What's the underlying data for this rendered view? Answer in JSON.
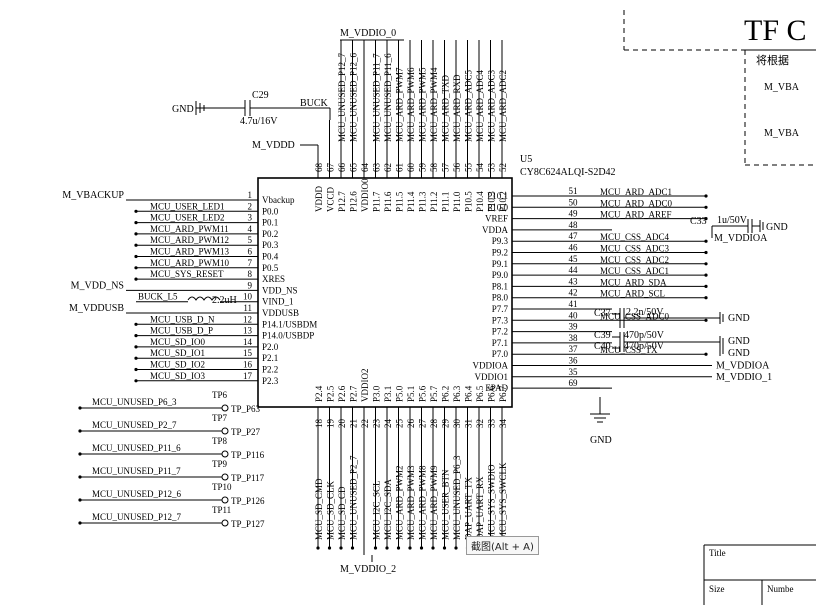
{
  "header": {
    "title_fragment": "TF C",
    "note_fragment": "将根据",
    "box_labels": [
      "M_VBA",
      "M_VBA"
    ]
  },
  "chip": {
    "ref": "U5",
    "part": "CY8C624ALQI-S2D42"
  },
  "tooltip": "截图(Alt + A)",
  "top_nets": {
    "m_vddio_0": "M_VDDIO_0",
    "m_vddd": "M_VDDD",
    "buck": "BUCK",
    "gnd": "GND"
  },
  "cap_c29": {
    "ref": "C29",
    "value": "4.7u/16V"
  },
  "bottom_nets": {
    "m_vddio_2": "M_VDDIO_2"
  },
  "top_pins": [
    {
      "num": "68",
      "name": "VDDD",
      "net": ""
    },
    {
      "num": "67",
      "name": "VCCD",
      "net": ""
    },
    {
      "num": "66",
      "name": "P12.7",
      "net": "MCU_UNUSED_P12_7"
    },
    {
      "num": "65",
      "name": "P12.6",
      "net": "MCU_UNUSED_P12_6"
    },
    {
      "num": "64",
      "name": "VDDIO0",
      "net": ""
    },
    {
      "num": "63",
      "name": "P11.7",
      "net": "MCU_UNUSED_P11_7"
    },
    {
      "num": "62",
      "name": "P11.6",
      "net": "MCU_UNUSED_P11_6"
    },
    {
      "num": "61",
      "name": "P11.5",
      "net": "MCU_ARD_PWM7"
    },
    {
      "num": "60",
      "name": "P11.4",
      "net": "MCU_ARD_PWM6"
    },
    {
      "num": "59",
      "name": "P11.3",
      "net": "MCU_ARD_PWM5"
    },
    {
      "num": "58",
      "name": "P11.2",
      "net": "MCU_ARD_PWM4"
    },
    {
      "num": "57",
      "name": "P11.1",
      "net": "MCU_ARD_TXD"
    },
    {
      "num": "56",
      "name": "P11.0",
      "net": "MCU_ARD_RXD"
    },
    {
      "num": "55",
      "name": "P10.5",
      "net": "MCU_ARD_ADC5"
    },
    {
      "num": "54",
      "name": "P10.4",
      "net": "MCU_ARD_ADC4"
    },
    {
      "num": "53",
      "name": "P10.3",
      "net": "MCU_ARD_ADC3"
    },
    {
      "num": "52",
      "name": "P10.2",
      "net": "MCU_ARD_ADC2"
    }
  ],
  "left_pins": [
    {
      "num": "1",
      "name": "Vbackup",
      "net": "M_VBACKUP"
    },
    {
      "num": "2",
      "name": "P0.0",
      "net": "MCU_USER_LED1"
    },
    {
      "num": "3",
      "name": "P0.1",
      "net": "MCU_USER_LED2"
    },
    {
      "num": "4",
      "name": "P0.2",
      "net": "MCU_ARD_PWM11"
    },
    {
      "num": "5",
      "name": "P0.3",
      "net": "MCU_ARD_PWM12"
    },
    {
      "num": "6",
      "name": "P0.4",
      "net": "MCU_ARD_PWM13"
    },
    {
      "num": "7",
      "name": "P0.5",
      "net": "MCU_ARD_PWM10"
    },
    {
      "num": "8",
      "name": "XRES",
      "net": "MCU_SYS_RESET"
    },
    {
      "num": "9",
      "name": "VDD_NS",
      "net": "M_VDD_NS"
    },
    {
      "num": "10",
      "name": "VIND_1",
      "net": "BUCK_L5"
    },
    {
      "num": "11",
      "name": "VDDUSB",
      "net": "M_VDDUSB"
    },
    {
      "num": "12",
      "name": "P14.1/USBDM",
      "net": "MCU_USB_D_N"
    },
    {
      "num": "13",
      "name": "P14.0/USBDP",
      "net": "MCU_USB_D_P"
    },
    {
      "num": "14",
      "name": "P2.0",
      "net": "MCU_SD_IO0"
    },
    {
      "num": "15",
      "name": "P2.1",
      "net": "MCU_SD_IO1"
    },
    {
      "num": "16",
      "name": "P2.2",
      "net": "MCU_SD_IO2"
    },
    {
      "num": "17",
      "name": "P2.3",
      "net": "MCU_SD_IO3"
    }
  ],
  "inductor": {
    "value": "2.2uH"
  },
  "right_pins": [
    {
      "num": "51",
      "name": "P10.1",
      "net": "MCU_ARD_ADC1"
    },
    {
      "num": "50",
      "name": "P10.0",
      "net": "MCU_ARD_ADC0"
    },
    {
      "num": "49",
      "name": "VREF",
      "net": "MCU_ARD_AREF"
    },
    {
      "num": "48",
      "name": "VDDA",
      "net": ""
    },
    {
      "num": "47",
      "name": "P9.3",
      "net": "MCU_CSS_ADC4"
    },
    {
      "num": "46",
      "name": "P9.2",
      "net": "MCU_CSS_ADC3"
    },
    {
      "num": "45",
      "name": "P9.1",
      "net": "MCU_CSS_ADC2"
    },
    {
      "num": "44",
      "name": "P9.0",
      "net": "MCU_CSS_ADC1"
    },
    {
      "num": "43",
      "name": "P8.1",
      "net": "MCU_ARD_SDA"
    },
    {
      "num": "42",
      "name": "P8.0",
      "net": "MCU_ARD_SCL"
    },
    {
      "num": "41",
      "name": "P7.7",
      "net": ""
    },
    {
      "num": "40",
      "name": "P7.3",
      "net": "MCU_CSS_ADC0"
    },
    {
      "num": "39",
      "name": "P7.2",
      "net": ""
    },
    {
      "num": "38",
      "name": "P7.1",
      "net": ""
    },
    {
      "num": "37",
      "name": "P7.0",
      "net": "MCU_CSS_TX"
    },
    {
      "num": "36",
      "name": "VDDIOA",
      "net": "M_VDDIOA"
    },
    {
      "num": "35",
      "name": "VDDIO1",
      "net": "M_VDDIO_1"
    },
    {
      "num": "69",
      "name": "EPAD",
      "net": ""
    }
  ],
  "right_caps": {
    "c33": {
      "ref": "C33",
      "value": "1u/50V",
      "net": "M_VDDIOA",
      "gnd": "GND"
    },
    "c37": {
      "ref": "C37",
      "value": "2.2n/50V",
      "gnd": "GND"
    },
    "c39": {
      "ref": "C39",
      "value": "470p/50V",
      "gnd": "GND"
    },
    "c40": {
      "ref": "C40",
      "value": "470p/50V",
      "gnd": "GND"
    },
    "epad_gnd": "GND"
  },
  "bottom_pins": [
    {
      "num": "18",
      "name": "P2.4",
      "net": "MCU_SD_CMD"
    },
    {
      "num": "19",
      "name": "P2.5",
      "net": "MCU_SD_CLK"
    },
    {
      "num": "20",
      "name": "P2.6",
      "net": "MCU_SD_CD"
    },
    {
      "num": "21",
      "name": "P2.7",
      "net": "MCU_UNUSED_P2_7"
    },
    {
      "num": "22",
      "name": "VDDIO2",
      "net": ""
    },
    {
      "num": "23",
      "name": "P3.0",
      "net": "MCU_I2C_SCL"
    },
    {
      "num": "24",
      "name": "P3.1",
      "net": "MCU_I2C_SDA"
    },
    {
      "num": "25",
      "name": "P5.0",
      "net": "MCU_ARD_PWM2"
    },
    {
      "num": "26",
      "name": "P5.1",
      "net": "MCU_ARD_PWM3"
    },
    {
      "num": "27",
      "name": "P5.6",
      "net": "MCU_ARD_PWM8"
    },
    {
      "num": "28",
      "name": "P5.7",
      "net": "MCU_ARD_PWM9"
    },
    {
      "num": "29",
      "name": "P6.2",
      "net": "MCU_USER_BTN"
    },
    {
      "num": "30",
      "name": "P6.3",
      "net": "MCU_UNUSED_P6_3"
    },
    {
      "num": "31",
      "name": "P6.4",
      "net": "DAP_UART_TX"
    },
    {
      "num": "32",
      "name": "P6.5",
      "net": "DAP_UART_RX"
    },
    {
      "num": "33",
      "name": "P6.6",
      "net": "MCU_SYS_SWDIO"
    },
    {
      "num": "34",
      "name": "P6.7",
      "net": "MCU_SYS_SWCLK"
    }
  ],
  "testpoints": [
    {
      "net": "MCU_UNUSED_P6_3",
      "tp": "TP6",
      "label": "TP_P63"
    },
    {
      "net": "MCU_UNUSED_P2_7",
      "tp": "TP7",
      "label": "TP_P27"
    },
    {
      "net": "MCU_UNUSED_P11_6",
      "tp": "TP8",
      "label": "TP_P116"
    },
    {
      "net": "MCU_UNUSED_P11_7",
      "tp": "TP9",
      "label": "TP_P117"
    },
    {
      "net": "MCU_UNUSED_P12_6",
      "tp": "TP10",
      "label": "TP_P126"
    },
    {
      "net": "MCU_UNUSED_P12_7",
      "tp": "TP11",
      "label": "TP_P127"
    }
  ],
  "title_block": {
    "title_label": "Title",
    "size_label": "Size",
    "number_label": "Numbe"
  }
}
